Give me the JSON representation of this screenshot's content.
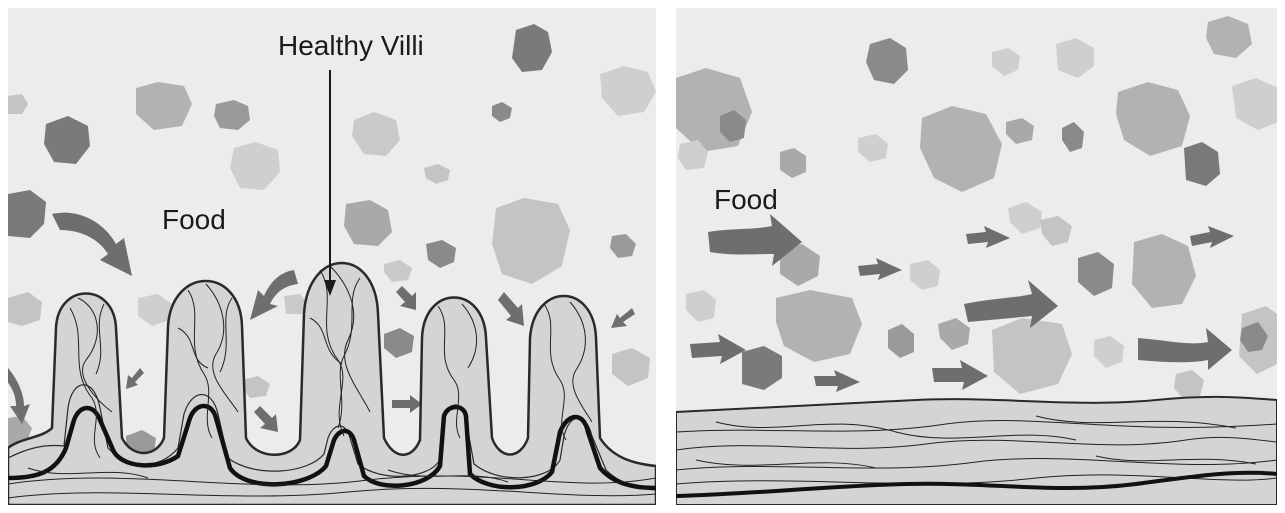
{
  "left_panel": {
    "food_label": "Food",
    "villi_label": "Healthy Villi"
  },
  "right_panel": {
    "food_label": "Food"
  },
  "colors": {
    "background": "#ececec",
    "tissue_fill": "#d4d4d4",
    "tissue_line": "#2a2a2a",
    "food_light": "#c4c4c4",
    "food_mid": "#a9a9a9",
    "food_dark": "#7a7a7a",
    "arrow": "#6e6e6e"
  },
  "icons": [
    "food-particle-icon",
    "flow-arrow-icon",
    "pointer-arrow-icon"
  ]
}
